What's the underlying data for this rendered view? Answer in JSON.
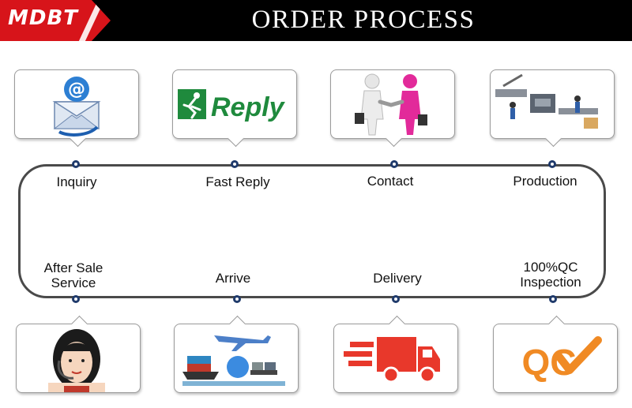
{
  "header": {
    "logo_text": "MDBT",
    "title": "ORDER PROCESS"
  },
  "steps": [
    {
      "label": "Inquiry",
      "icon": "email-envelope-icon"
    },
    {
      "label": "Fast Reply",
      "icon": "reply-icon",
      "icon_text": "Reply"
    },
    {
      "label": "Contact",
      "icon": "handshake-icon"
    },
    {
      "label": "Production",
      "icon": "production-line-icon"
    },
    {
      "label": "100%QC\nInspection",
      "icon": "qc-icon",
      "icon_text": "QC"
    },
    {
      "label": "Delivery",
      "icon": "delivery-truck-icon"
    },
    {
      "label": "Arrive",
      "icon": "cargo-ship-plane-icon"
    },
    {
      "label": "After Sale\nService",
      "icon": "service-agent-icon"
    }
  ],
  "colors": {
    "header_bg": "#000000",
    "logo_bg": "#d7141a",
    "loop_line": "#4a4a4a",
    "dot": "#1f3a6b",
    "delivery_red": "#e8382b",
    "qc_orange": "#f08a24",
    "reply_green": "#1f8a3d"
  }
}
